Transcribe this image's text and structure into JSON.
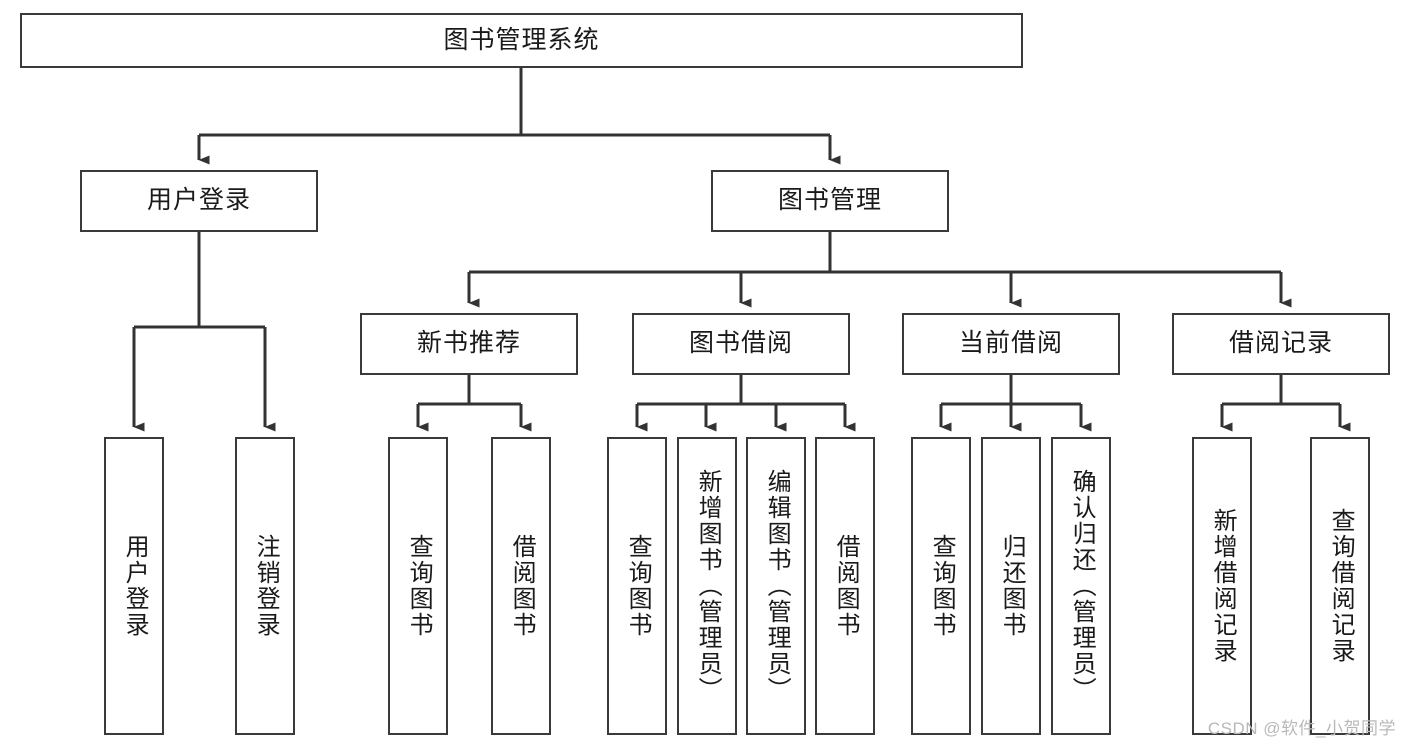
{
  "diagram": {
    "type": "tree",
    "title": "图书管理系统",
    "orientation": "top-down",
    "colors": {
      "box_border": "#3a3a3a",
      "box_fill": "#ffffff",
      "connector": "#333333",
      "text": "#1a1a1a",
      "watermark": "#b9b9b9",
      "background": "#ffffff"
    },
    "root": {
      "label": "图书管理系统"
    },
    "level2": [
      {
        "label": "用户登录"
      },
      {
        "label": "图书管理"
      }
    ],
    "level3": [
      {
        "label": "新书推荐"
      },
      {
        "label": "图书借阅"
      },
      {
        "label": "当前借阅"
      },
      {
        "label": "借阅记录"
      }
    ],
    "leaves": {
      "user_login": [
        {
          "label": "用户登录"
        },
        {
          "label": "注销登录"
        }
      ],
      "new_book": [
        {
          "label": "查询图书"
        },
        {
          "label": "借阅图书"
        }
      ],
      "book_borrow": [
        {
          "label": "查询图书"
        },
        {
          "label": "新增图书（管理员）"
        },
        {
          "label": "编辑图书（管理员）"
        },
        {
          "label": "借阅图书"
        }
      ],
      "current_borrow": [
        {
          "label": "查询图书"
        },
        {
          "label": "归还图书"
        },
        {
          "label": "确认归还（管理员）"
        }
      ],
      "borrow_record": [
        {
          "label": "新增借阅记录"
        },
        {
          "label": "查询借阅记录"
        }
      ]
    }
  },
  "watermark": {
    "text": "CSDN @软件_小贺同学"
  }
}
